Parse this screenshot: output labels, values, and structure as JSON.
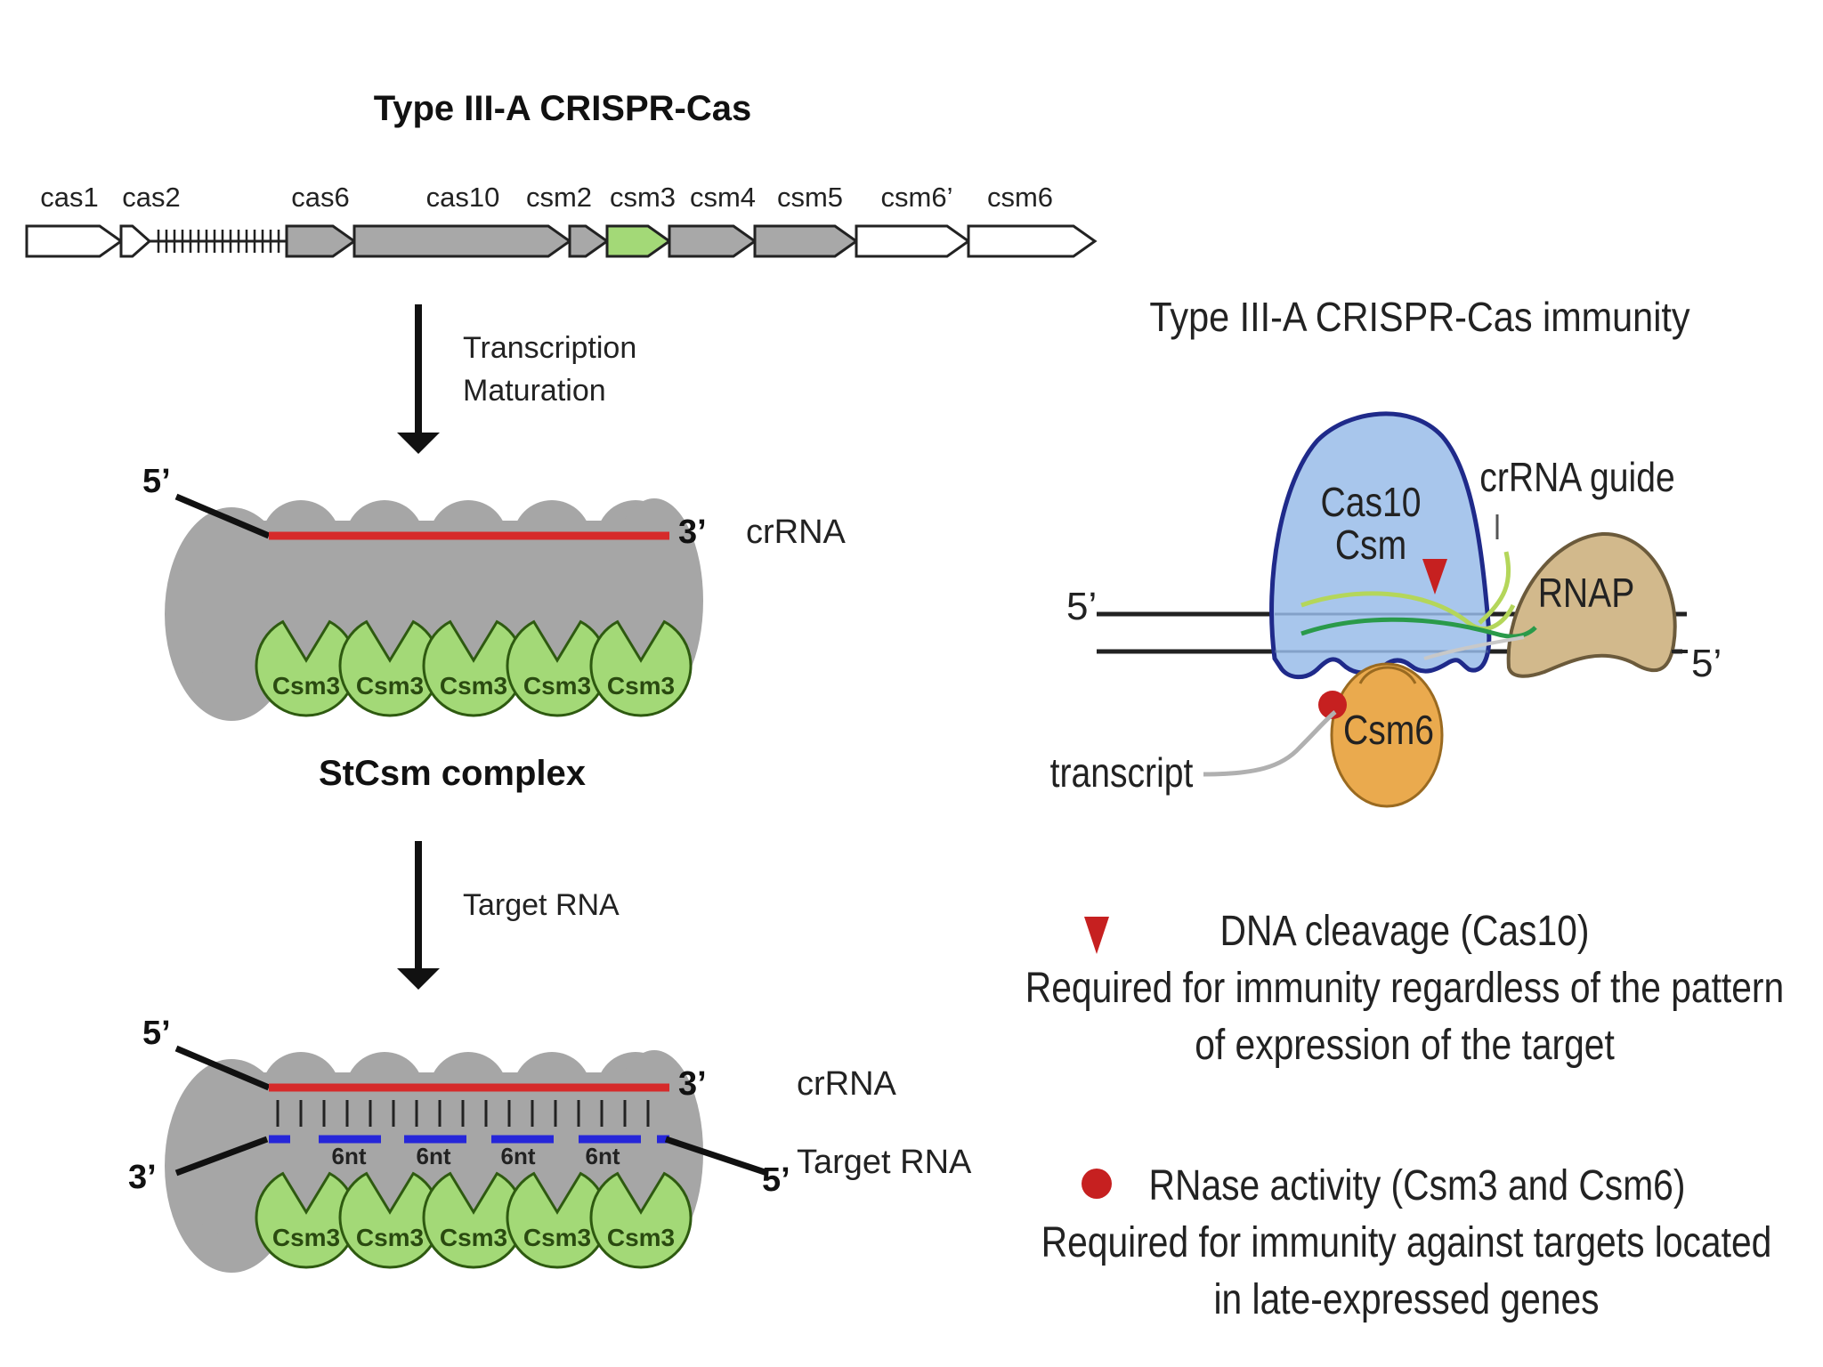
{
  "top_title": "Type III-A CRISPR-Cas",
  "genes": [
    {
      "label": "cas1",
      "fill": "#ffffff"
    },
    {
      "label": "cas2",
      "fill": "#ffffff"
    },
    {
      "label": "cas6",
      "fill": "#a8a8a8"
    },
    {
      "label": "cas10",
      "fill": "#a8a8a8"
    },
    {
      "label": "csm2",
      "fill": "#a8a8a8"
    },
    {
      "label": "csm3",
      "fill": "#a3d977"
    },
    {
      "label": "csm4",
      "fill": "#a8a8a8"
    },
    {
      "label": "csm5",
      "fill": "#a8a8a8"
    },
    {
      "label": "csm6’",
      "fill": "#ffffff"
    },
    {
      "label": "csm6",
      "fill": "#ffffff"
    }
  ],
  "step1": {
    "line1": "Transcription",
    "line2": "Maturation"
  },
  "complex1": {
    "five_prime": "5’",
    "three_prime": "3’",
    "crrna_label": "crRNA",
    "subunits": [
      "Csm3",
      "Csm3",
      "Csm3",
      "Csm3",
      "Csm3"
    ],
    "name": "StCsm complex"
  },
  "step2": {
    "label": "Target RNA"
  },
  "complex2": {
    "five_prime_top": "5’",
    "three_prime_top": "3’",
    "three_prime_bottom": "3’",
    "five_prime_bottom": "5’",
    "crrna_label": "crRNA",
    "target_label": "Target RNA",
    "spacers": [
      "6nt",
      "6nt",
      "6nt",
      "6nt"
    ],
    "subunits": [
      "Csm3",
      "Csm3",
      "Csm3",
      "Csm3",
      "Csm3"
    ]
  },
  "immunity": {
    "title": "Type III-A CRISPR-Cas immunity",
    "cas10_line1": "Cas10",
    "cas10_line2": "Csm",
    "crrna_guide": "crRNA guide",
    "rnap": "RNAP",
    "csm6": "Csm6",
    "transcript": "transcript",
    "five_prime_left": "5’",
    "five_prime_right": "5’"
  },
  "legend": {
    "dna_title": "DNA cleavage (Cas10)",
    "dna_line1": "Required for immunity regardless of the pattern",
    "dna_line2": "of expression of the target",
    "rnase_title": "RNase activity (Csm3 and Csm6)",
    "rnase_line1": "Required for immunity against targets located",
    "rnase_line2": "in late-expressed genes"
  },
  "colors": {
    "crrna": "#d62a2a",
    "target": "#2626d9",
    "csm3": "#a3d977",
    "complex": "#a6a6a6",
    "cas10": "#a8c6ec",
    "cas10_border": "#1f2a8a",
    "rnap": "#d2b98c",
    "csm6": "#eaaa4e",
    "cleavage": "#c62020"
  }
}
